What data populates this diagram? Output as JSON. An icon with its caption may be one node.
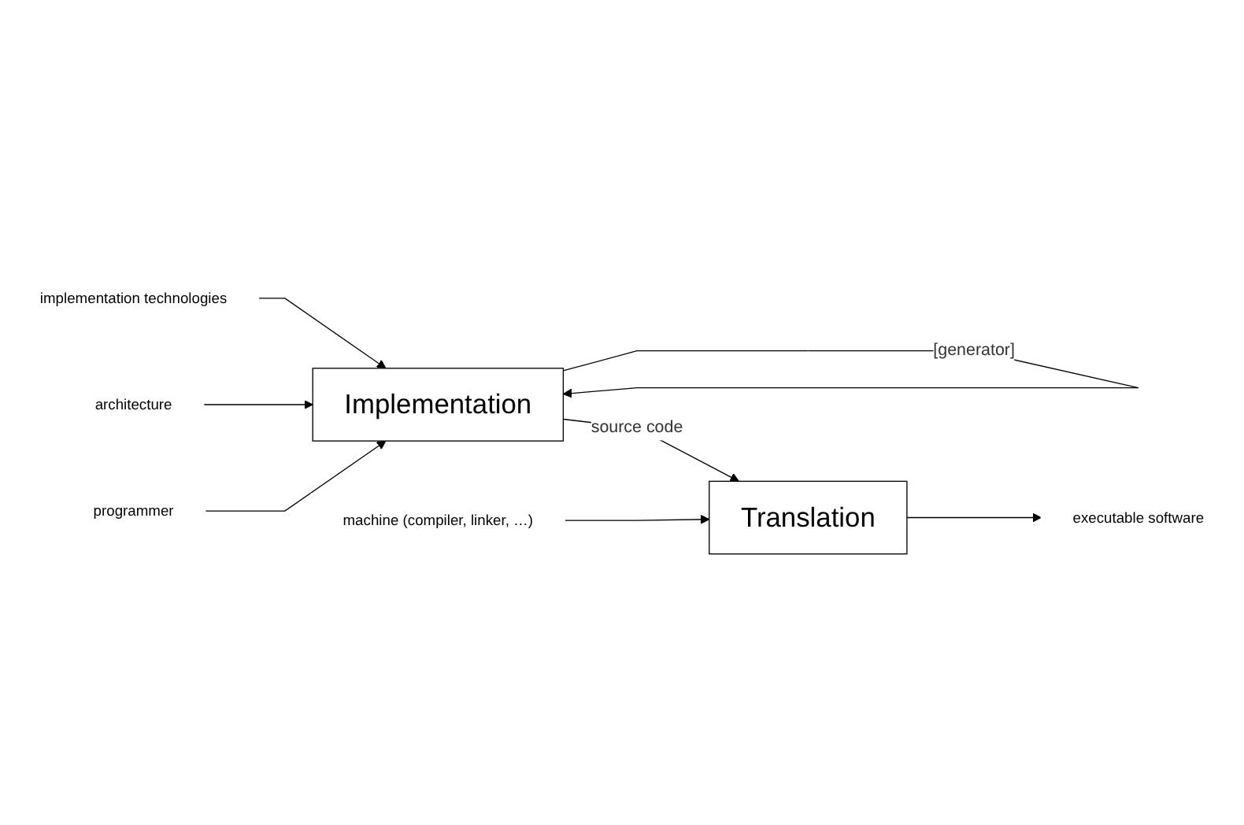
{
  "diagram": {
    "nodes": [
      {
        "text": [
          "implementation technologies"
        ]
      },
      {
        "text": [
          "architecture"
        ]
      },
      {
        "text": [
          "Implementation"
        ]
      },
      {
        "text": [
          "programmer"
        ]
      },
      {
        "text": [
          "Translation"
        ]
      },
      {
        "text": [
          "machine (compiler, linker, …)"
        ]
      },
      {
        "text": [
          "executable software"
        ]
      }
    ],
    "edges": [
      {
        "from": 0,
        "to": 2,
        "arrow": "to"
      },
      {
        "from": 1,
        "to": 2,
        "arrow": "to"
      },
      {
        "from": 3,
        "to": 2,
        "arrow": "to"
      },
      {
        "from": 2,
        "to": 2,
        "label": "[generator]",
        "arrow": "to"
      },
      {
        "from": 2,
        "to": 4,
        "label": "source code",
        "arrow": "to"
      },
      {
        "from": 5,
        "to": 4,
        "arrow": "to"
      },
      {
        "from": 4,
        "to": 6,
        "arrow": "to"
      }
    ]
  }
}
